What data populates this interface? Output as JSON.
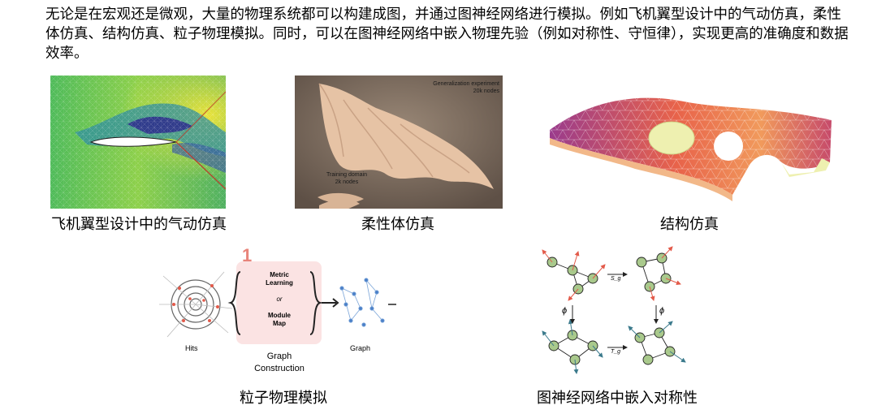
{
  "intro_text": "无论是在宏观还是微观，大量的物理系统都可以构建成图，并通过图神经网络进行模拟。例如飞机翼型设计中的气动仿真，柔性体仿真、结构仿真、粒子物理模拟。同时，可以在图神经网络中嵌入物理先验（例如对称性、守恒律），实现更高的准确度和数据效率。",
  "captions": {
    "airfoil": "飞机翼型设计中的气动仿真",
    "cloth": "柔性体仿真",
    "structure": "结构仿真",
    "particle": "粒子物理模拟",
    "symmetry": "图神经网络中嵌入对称性"
  },
  "cloth_figure": {
    "gen_title": "Generalization experiment",
    "gen_nodes": "20k nodes",
    "train_title": "Training domain",
    "train_nodes": "2k nodes"
  },
  "particle_figure": {
    "marker": "1",
    "box_top": "Metric Learning",
    "box_or": "or",
    "box_bottom": "Module Map",
    "hits_label": "Hits",
    "graph_label": "Graph",
    "construction_label": "Graph Construction"
  },
  "symmetry_figure": {
    "phi_left": "ϕ",
    "phi_right": "ϕ",
    "op_top": "S_g",
    "op_bottom": "T_g"
  },
  "colors": {
    "airfoil_low": "#2b2a8c",
    "airfoil_mid": "#3aa37a",
    "airfoil_high": "#e3e23a",
    "cloth_bg": "#7a6a5c",
    "structure_warm": "#e8634a",
    "structure_purple": "#9a3b8c",
    "particle_box": "#fbe3e3",
    "node_green": "#a9c98c",
    "arrow_red": "#e35a4a",
    "arrow_teal": "#3b7a8c"
  }
}
